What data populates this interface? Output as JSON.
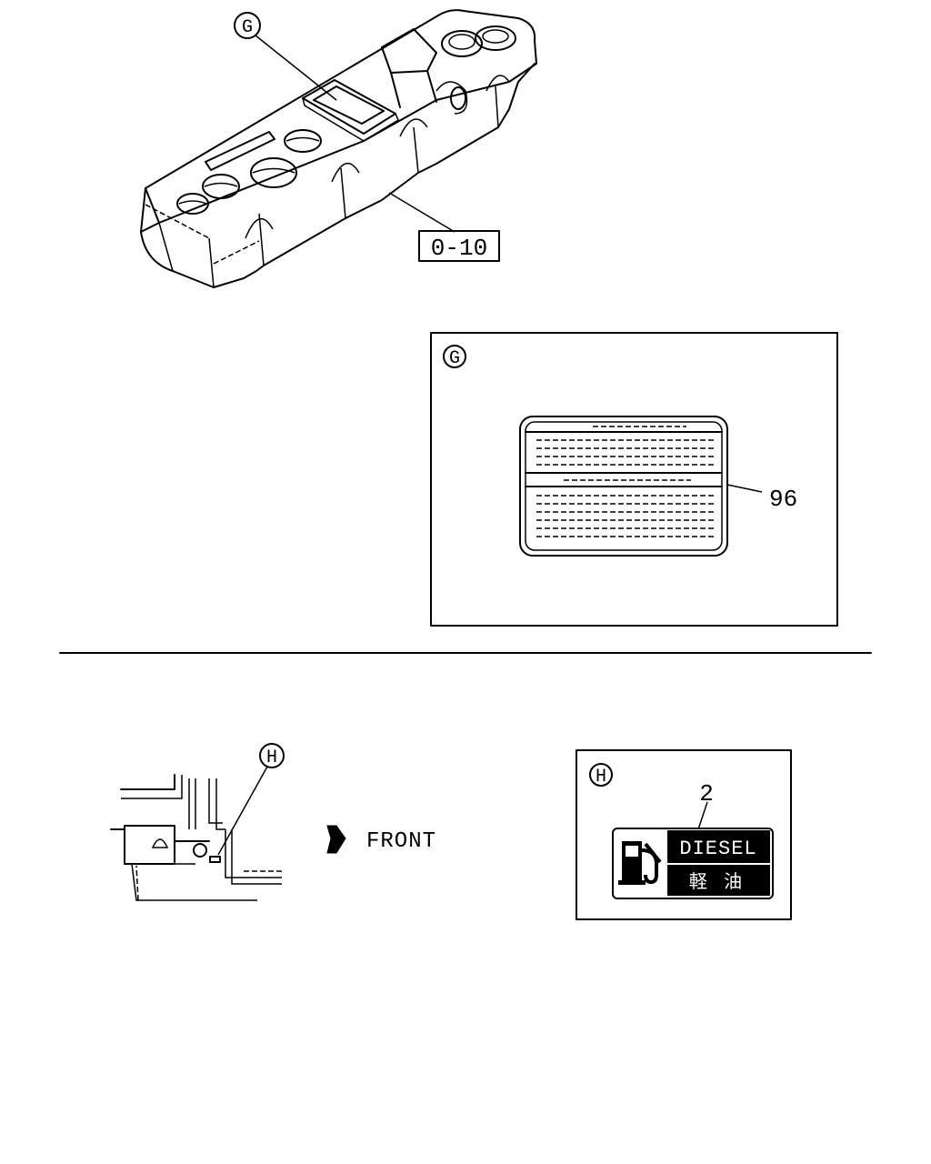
{
  "callouts": {
    "detail_g": "G",
    "detail_h": "H"
  },
  "part_labels": {
    "ref_box": "0-10",
    "decal_g": "96",
    "decal_h": "2"
  },
  "direction": {
    "front_label": "FRONT"
  },
  "decal_h_text": {
    "top": "DIESEL",
    "bottom": "軽 油"
  }
}
